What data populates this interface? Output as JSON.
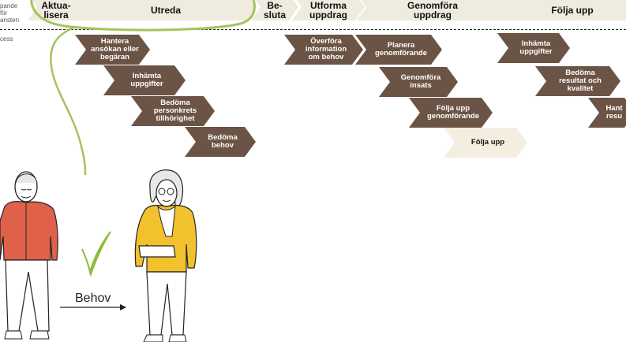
{
  "left_labels": [
    "pande",
    "för",
    "ansten",
    "cess"
  ],
  "phases": [
    {
      "id": "aktualisera",
      "label": "Aktua-\nlisera"
    },
    {
      "id": "utreda",
      "label": "Utreda"
    },
    {
      "id": "besluta",
      "label": "Be-\nsluta"
    },
    {
      "id": "utforma",
      "label": "Utforma\nuppdrag"
    },
    {
      "id": "genomfora",
      "label": "Genomföra\nuppdrag"
    },
    {
      "id": "folja",
      "label": "Följa upp"
    }
  ],
  "activities": [
    {
      "id": "hantera-ansokan",
      "label": "Hantera\nansökan eller\nbegäran"
    },
    {
      "id": "inhamta-uppgifter-1",
      "label": "Inhämta\nuppgifter"
    },
    {
      "id": "bedoma-personkrets",
      "label": "Bedöma\npersonkrets\ntillhörighet"
    },
    {
      "id": "bedoma-behov",
      "label": "Bedöma\nbehov"
    },
    {
      "id": "overfora-information",
      "label": "Överföra\ninformation\nom behov"
    },
    {
      "id": "planera-genomforande",
      "label": "Planera\ngenomförande"
    },
    {
      "id": "genomfora-insats",
      "label": "Genomföra\ninsats"
    },
    {
      "id": "folja-upp-genomforande",
      "label": "Följa upp\ngenomförande"
    },
    {
      "id": "folja-upp",
      "label": "Följa upp"
    },
    {
      "id": "inhamta-uppgifter-2",
      "label": "Inhämta\nuppgifter"
    },
    {
      "id": "bedoma-resultat",
      "label": "Bedöma\nresultat och\nkvalitet"
    },
    {
      "id": "hantera-cut",
      "label": "Hant\nresu"
    }
  ],
  "behov_label": "Behov",
  "colors": {
    "phase_fill": "#f0ebdf",
    "activity_fill": "#6b5445",
    "highlight_fill": "#f3eedf",
    "highlight_ring": "#a4c45a",
    "checkmark": "#8cbd3c",
    "person_left_jacket": "#e0614a",
    "person_right_jacket": "#f2c12e"
  }
}
